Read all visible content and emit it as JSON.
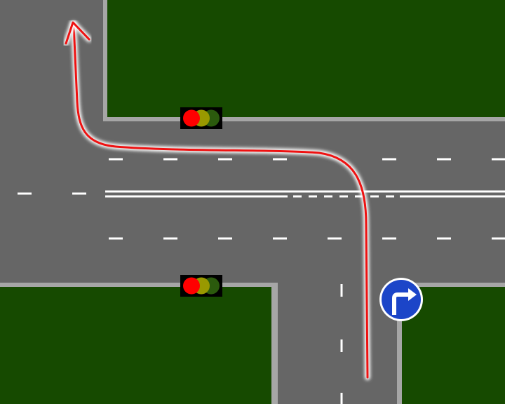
{
  "colors": {
    "road": "#666666",
    "grass": "#164a00",
    "curb": "#a6a6a6",
    "lane_marking": "#ffffff",
    "route_path": "#ee1111",
    "route_glow": "#ffffff",
    "sign_blue": "#1c45c8",
    "sign_border": "#ffffff",
    "light_housing": "#000000",
    "light_red": "#ff0000",
    "light_yellow": "#999900",
    "light_green": "#2b5a0d"
  },
  "icons": {
    "traffic_light": "traffic-light-icon",
    "sign": "turn-right-sign-icon",
    "route_arrow": "arrow-up-icon"
  },
  "traffic_lights": [
    {
      "name": "traffic-light-north",
      "active": "red"
    },
    {
      "name": "traffic-light-south",
      "active": "red"
    }
  ],
  "sign": {
    "type": "mandatory",
    "direction": "right"
  }
}
